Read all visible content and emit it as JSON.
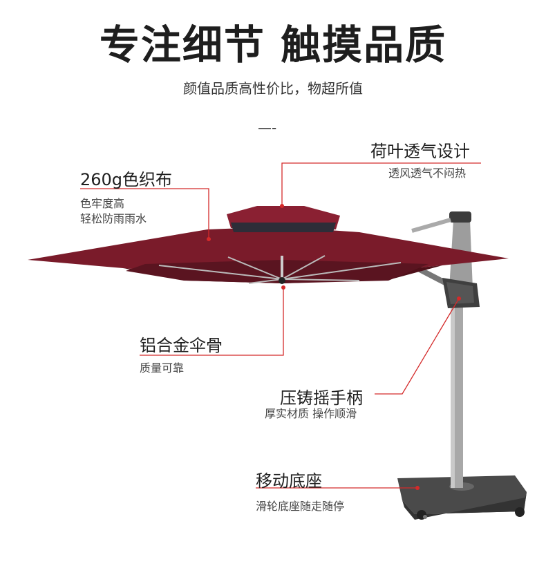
{
  "header": {
    "title": "专注细节 触摸品质",
    "subtitle": "颜值品质高性价比，物超所值",
    "divider": "—-"
  },
  "features": {
    "vent": {
      "title": "荷叶透气设计",
      "desc": "透风透气不闷热"
    },
    "fabric": {
      "title": "260g色织布",
      "desc_1": "色牢度高",
      "desc_2": "轻松防雨雨水"
    },
    "ribs": {
      "title": "铝合金伞骨",
      "desc": "质量可靠"
    },
    "handle": {
      "title": "压铸摇手柄",
      "desc": "厚实材质 操作顺滑"
    },
    "base": {
      "title": "移动底座",
      "desc": "滑轮底座随走随停"
    }
  },
  "colors": {
    "canopy": "#7a1b2a",
    "canopy_shadow": "#4e1019",
    "pole": "#a9a9a9",
    "base": "#4a4a4a",
    "callout_line": "#d42a2a"
  },
  "icons": {
    "umbrella": "cantilever-umbrella-illustration"
  }
}
